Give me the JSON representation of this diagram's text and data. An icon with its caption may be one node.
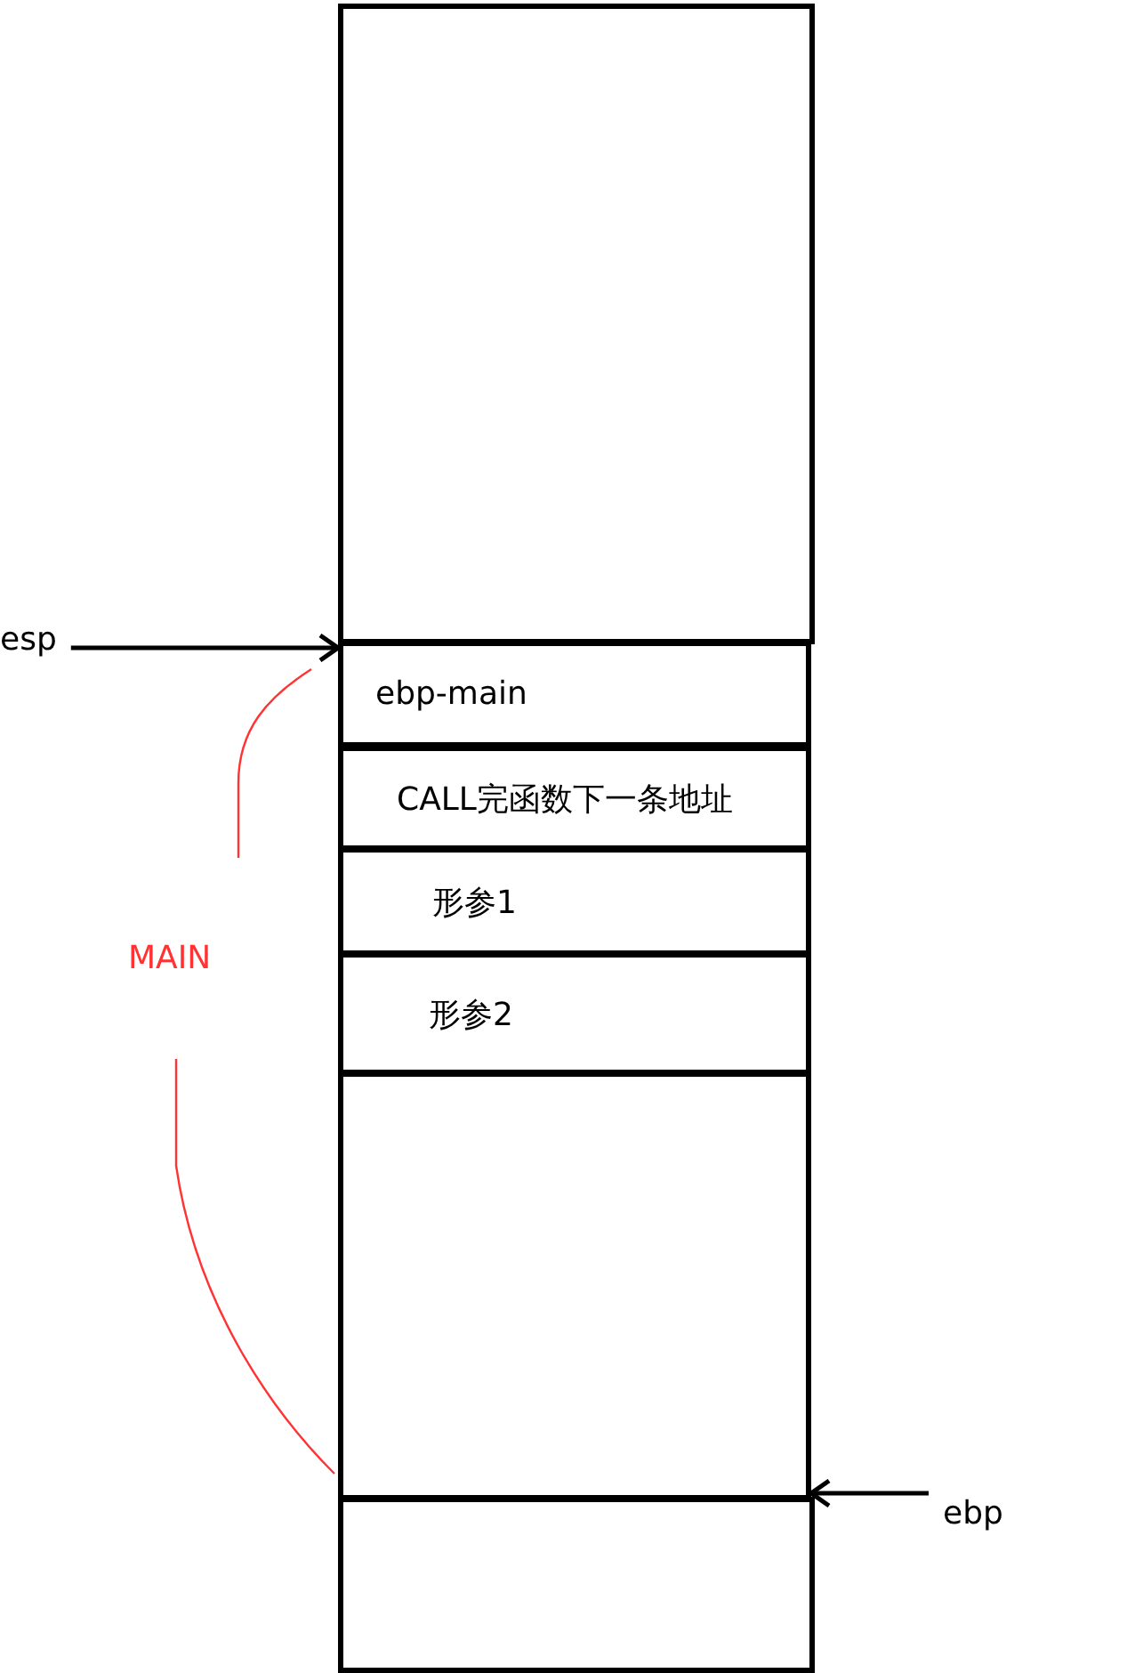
{
  "diagram": {
    "nodes": [
      {
        "text": [],
        "shape": "box"
      },
      {
        "text": [
          "ebp-main"
        ]
      },
      {
        "text": [
          "CALL完函数下一条地址"
        ]
      },
      {
        "text": [
          "形参1"
        ]
      },
      {
        "text": [
          "形参2"
        ]
      },
      {
        "text": [],
        "shape": "box"
      },
      {
        "text": [],
        "shape": "box"
      },
      {
        "text": [
          "esp"
        ]
      },
      {
        "text": [
          "ebp"
        ]
      }
    ],
    "edges": [
      {
        "from": 7,
        "to": 1,
        "arrow": "to"
      },
      {
        "from": 8,
        "to": 5,
        "arrow": "to"
      }
    ],
    "labels": [
      "MAIN"
    ]
  }
}
